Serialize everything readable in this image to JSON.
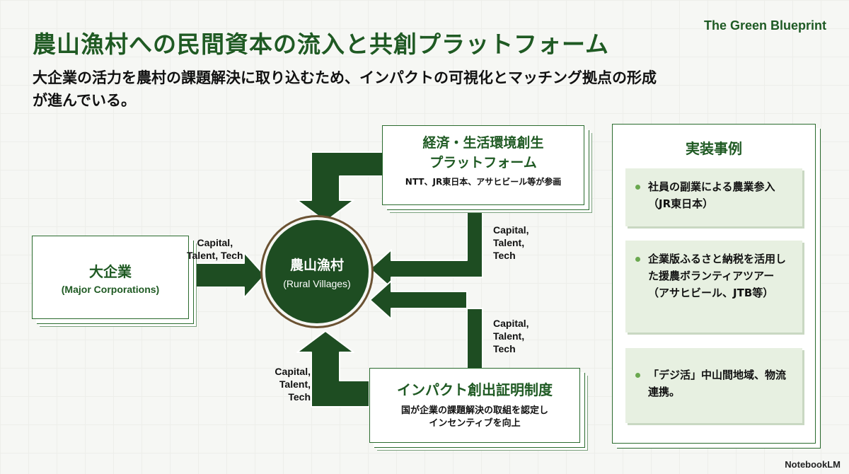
{
  "brand": "The Green Blueprint",
  "title": "農山漁村への民間資本の流入と共創プラットフォーム",
  "subtitle": "大企業の活力を農村の課題解決に取り込むため、インパクトの可視化とマッチング拠点の形成が進んでいる。",
  "corporations": {
    "label": "大企業",
    "sublabel": "(Major Corporations)"
  },
  "rural": {
    "label": "農山漁村",
    "sublabel": "(Rural Villages)"
  },
  "platform": {
    "title_line1": "経済・生活環境創生",
    "title_line2": "プラットフォーム",
    "note": "NTT、JR東日本、アサヒビール等が参画"
  },
  "impact": {
    "title": "インパクト創出証明制度",
    "note_line1": "国が企業の課題解決の取組を認定し",
    "note_line2": "インセンティブを向上"
  },
  "flow_labels": {
    "corp_to_rural": [
      "Capital,",
      "Talent, Tech"
    ],
    "platform_to_rural": [
      "Capital,",
      "Talent,",
      "Tech"
    ],
    "impact_to_rural_right": [
      "Capital,",
      "Talent,",
      "Tech"
    ],
    "impact_to_rural_left": [
      "Capital,",
      "Talent,",
      "Tech"
    ]
  },
  "cases": {
    "title": "実装事例",
    "items": [
      "社員の副業による農業参入（JR東日本）",
      "企業版ふるさと納税を活用した援農ボランティアツアー（アサヒビール、JTB等）",
      "「デジ活」中山間地域、物流連携。"
    ]
  },
  "footer_logo": "NotebookLM",
  "colors": {
    "primary": "#1f5a23",
    "arrow": "#1e4d22",
    "case_bg": "#e7f0e1",
    "dot": "#6aa84f"
  }
}
